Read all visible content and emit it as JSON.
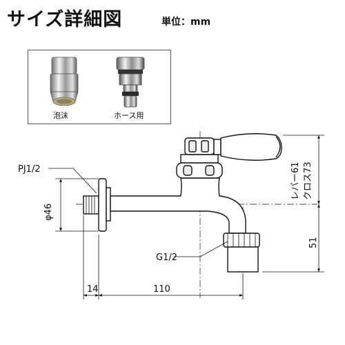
{
  "header": {
    "title": "サイズ詳細図",
    "unit": "単位：mm"
  },
  "options": {
    "items": [
      {
        "label": "泡沫",
        "icon": "aerator-icon"
      },
      {
        "label": "ホース用",
        "icon": "hose-adapter-icon"
      }
    ]
  },
  "drawing": {
    "thread_inlet": "PJ1/2",
    "thread_outlet": "G1/2",
    "dia_flange": "φ46",
    "dim_flange_width": "14",
    "dim_spout_length": "110",
    "dim_outlet_height": "51",
    "dim_lever": "レバー61",
    "dim_cross": "クロス73"
  }
}
